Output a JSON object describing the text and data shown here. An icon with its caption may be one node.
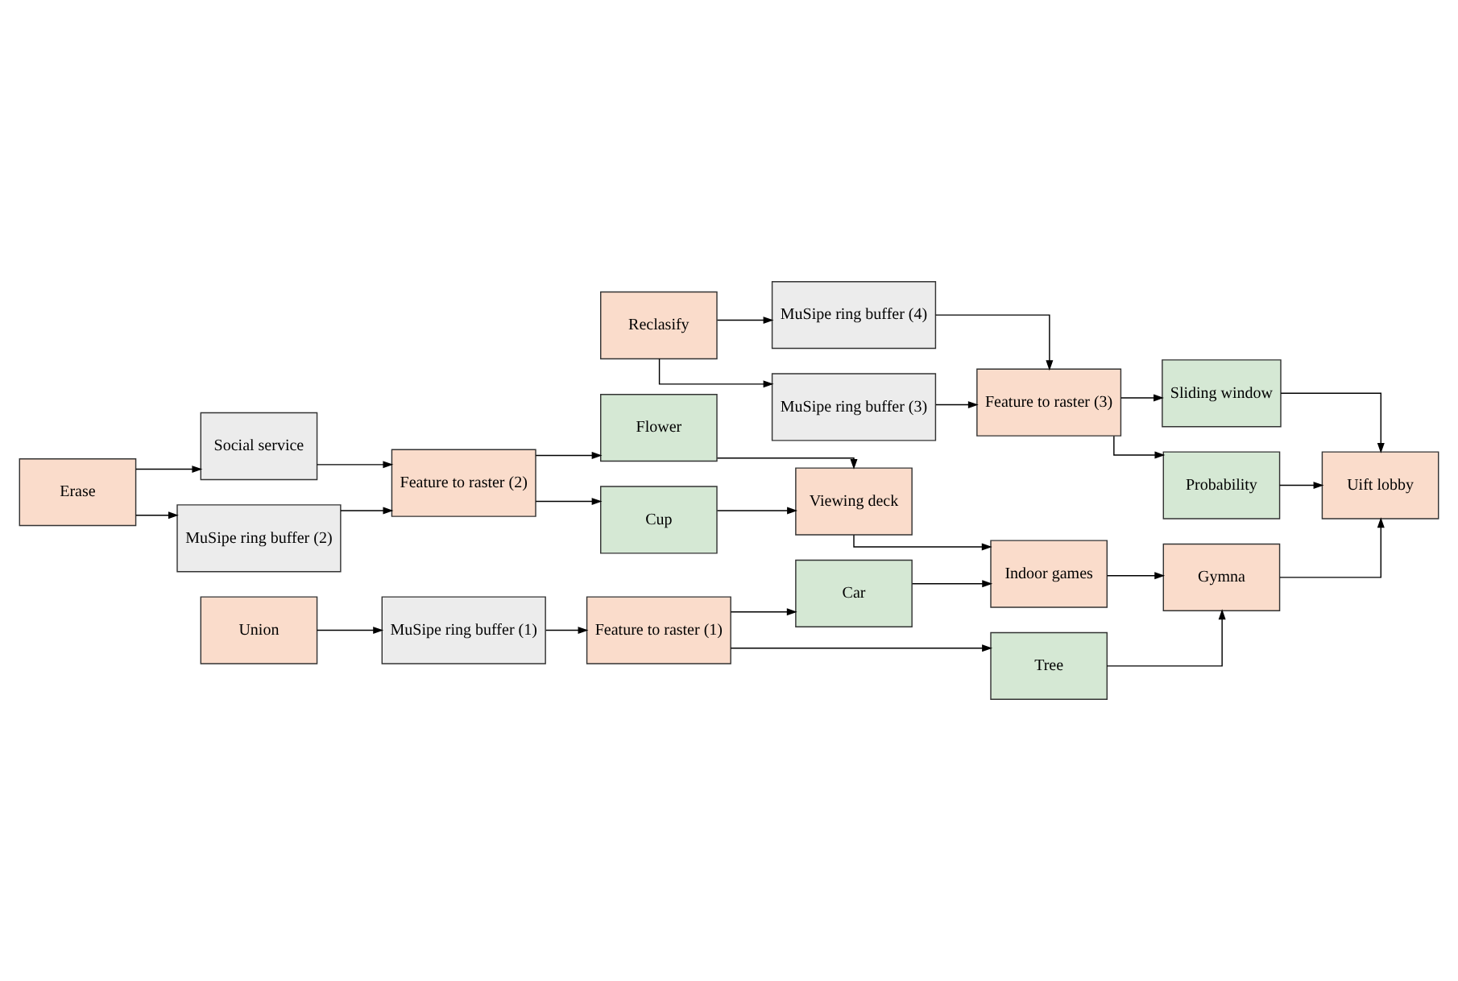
{
  "diagram": {
    "nodes": [
      {
        "text": [
          "Erase"
        ]
      },
      {
        "text": [
          "Social service"
        ]
      },
      {
        "text": [
          "MuSipe ring buffer (2)"
        ]
      },
      {
        "text": [
          "Feature to raster (2)"
        ]
      },
      {
        "text": [
          "Flower"
        ]
      },
      {
        "text": [
          "Cup"
        ]
      },
      {
        "text": [
          "Viewing deck"
        ]
      },
      {
        "text": [
          "Union"
        ]
      },
      {
        "text": [
          "MuSipe ring buffer (1)"
        ]
      },
      {
        "text": [
          "Feature to raster (1)"
        ]
      },
      {
        "text": [
          "Car"
        ]
      },
      {
        "text": [
          "Tree"
        ]
      },
      {
        "text": [
          "Indoor games"
        ]
      },
      {
        "text": [
          "Gymna"
        ]
      },
      {
        "text": [
          "Reclasify"
        ]
      },
      {
        "text": [
          "MuSipe ring buffer (4)"
        ]
      },
      {
        "text": [
          "MuSipe ring buffer (3)"
        ]
      },
      {
        "text": [
          "Feature to raster (3)"
        ]
      },
      {
        "text": [
          "Probability"
        ]
      },
      {
        "text": [
          "Sliding window"
        ]
      },
      {
        "text": [
          "Uift lobby"
        ]
      }
    ],
    "edges": [
      {
        "from": 0,
        "to": 1,
        "arrow": "to"
      },
      {
        "from": 0,
        "to": 2,
        "arrow": "to"
      },
      {
        "from": 1,
        "to": 3,
        "arrow": "to"
      },
      {
        "from": 2,
        "to": 3,
        "arrow": "to"
      },
      {
        "from": 3,
        "to": 4,
        "arrow": "to"
      },
      {
        "from": 3,
        "to": 5,
        "arrow": "to"
      },
      {
        "from": 4,
        "to": 6,
        "arrow": "to"
      },
      {
        "from": 5,
        "to": 6,
        "arrow": "to"
      },
      {
        "from": 6,
        "to": 12,
        "arrow": "to"
      },
      {
        "from": 7,
        "to": 8,
        "arrow": "to"
      },
      {
        "from": 8,
        "to": 9,
        "arrow": "to"
      },
      {
        "from": 9,
        "to": 10,
        "arrow": "to"
      },
      {
        "from": 9,
        "to": 11,
        "arrow": "to"
      },
      {
        "from": 10,
        "to": 12,
        "arrow": "to"
      },
      {
        "from": 11,
        "to": 13,
        "arrow": "to"
      },
      {
        "from": 12,
        "to": 13,
        "arrow": "to"
      },
      {
        "from": 13,
        "to": 20,
        "arrow": "to"
      },
      {
        "from": 14,
        "to": 15,
        "arrow": "to"
      },
      {
        "from": 14,
        "to": 16,
        "arrow": "to"
      },
      {
        "from": 15,
        "to": 17,
        "arrow": "to"
      },
      {
        "from": 16,
        "to": 17,
        "arrow": "to"
      },
      {
        "from": 17,
        "to": 18,
        "arrow": "to"
      },
      {
        "from": 17,
        "to": 19,
        "arrow": "to"
      },
      {
        "from": 18,
        "to": 20,
        "arrow": "to"
      },
      {
        "from": 19,
        "to": 20,
        "arrow": "to"
      }
    ]
  }
}
